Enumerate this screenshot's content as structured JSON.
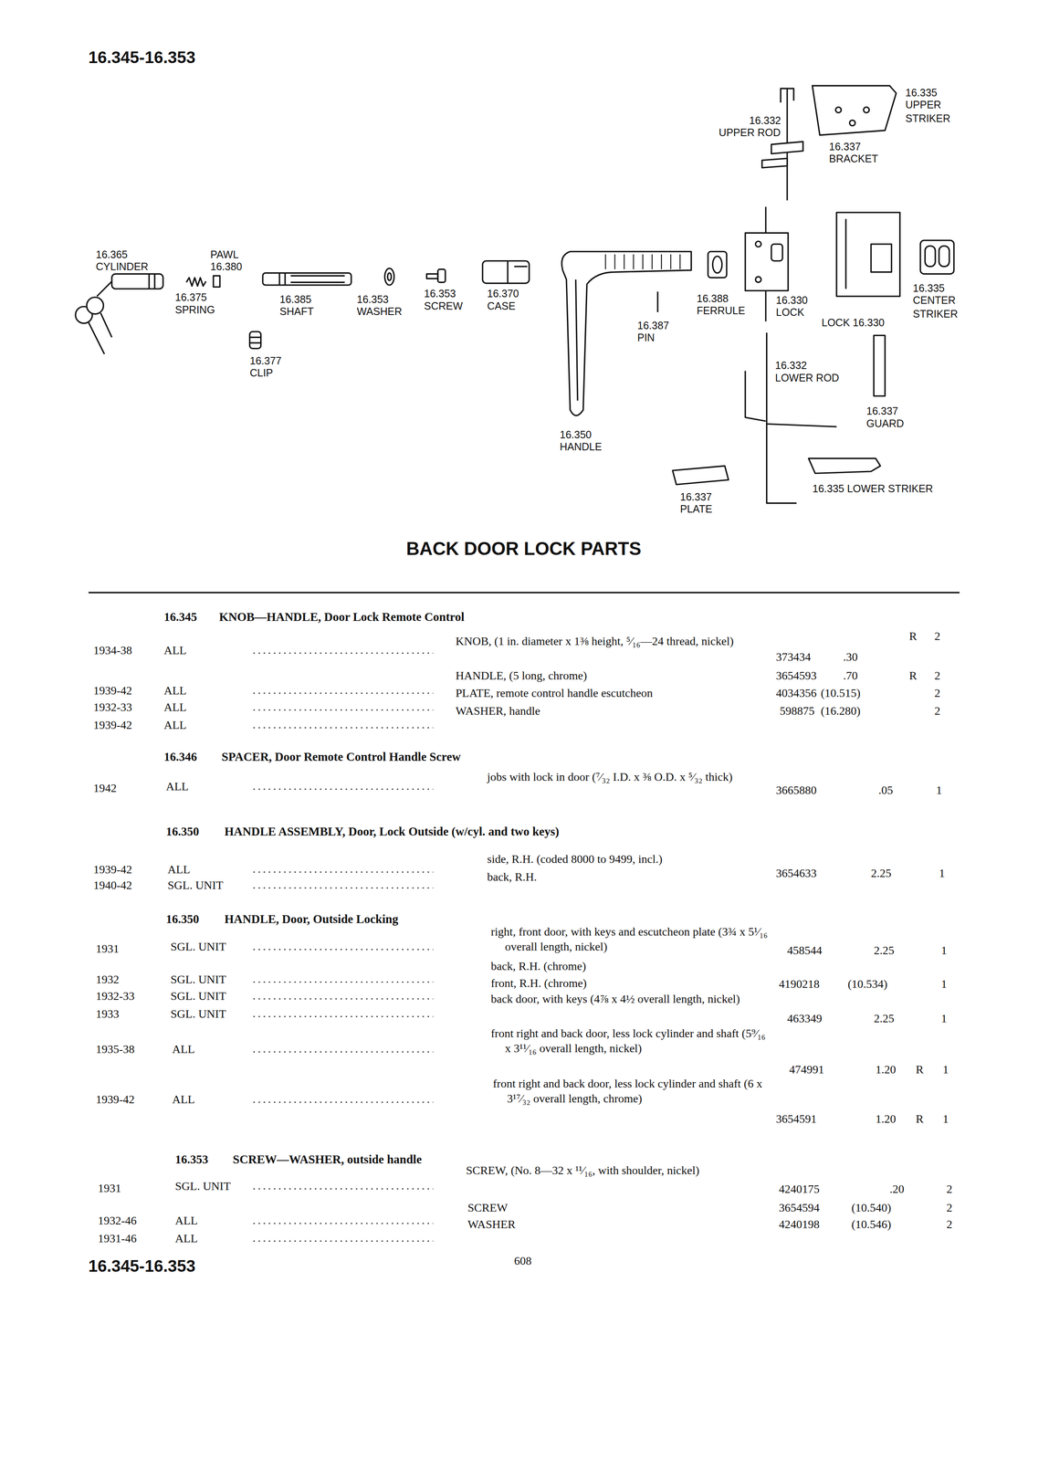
{
  "diagram": {
    "title": "BACK DOOR LOCK PARTS",
    "labels": [
      "16.345-16.353",
      "16.335",
      "UPPER STRIKER",
      "16.332",
      "UPPER ROD",
      "16.337",
      "BRACKET",
      "16.365",
      "CYLINDER",
      "PAWL",
      "16.380",
      "16.375",
      "SPRING",
      "16.385",
      "SHAFT",
      "16.353",
      "WASHER",
      "16.353",
      "SCREW",
      "16.370",
      "CASE",
      "16.388",
      "FERRULE",
      "16.330",
      "LOCK",
      "LOCK 16.330",
      "16.335",
      "CENTER STRIKER",
      "16.387",
      "PIN",
      "16.377",
      "CLIP",
      "16.332",
      "LOWER ROD",
      "16.337",
      "GUARD",
      "16.350",
      "HANDLE",
      "16.337",
      "PLATE",
      "16.335 LOWER STRIKER",
      "16.345",
      "KNOB—HANDLE, Door Lock Remote Control",
      "1934-38",
      "ALL",
      "KNOB, (1 in. diameter x 1⅜ height, ⁵⁄₁₆—24 thread, nickel)",
      "373434",
      ".30",
      "R",
      "2",
      "1939-42",
      "ALL",
      "HANDLE, (5 long, chrome)",
      "3654593",
      ".70",
      "R",
      "2",
      "1932-33",
      "ALL",
      "PLATE, remote control handle escutcheon",
      "4034356",
      "(10.515)",
      "2",
      "1939-42",
      "ALL",
      "WASHER, handle",
      "598875",
      "(16.280)",
      "2",
      "16.346",
      "SPACER, Door Remote Control Handle Screw",
      "1942",
      "ALL",
      "jobs with lock in door (⁷⁄₃₂ I.D. x ⅜ O.D. x ⁵⁄₃₂ thick)",
      "3665880",
      ".05",
      "1",
      "16.350",
      "HANDLE ASSEMBLY, Door, Lock Outside (w/cyl. and two keys)",
      "1939-42",
      "ALL",
      "side, R.H. (coded 8000 to 9499, incl.)",
      "1940-42",
      "SGL. UNIT",
      "back, R.H.",
      "3654633",
      "2.25",
      "1",
      "16.350",
      "HANDLE, Door, Outside Locking",
      "1931",
      "SGL. UNIT",
      "right, front door, with keys and escutcheon plate (3¾ x 5¹⁄₁₆ overall length, nickel)",
      "458544",
      "2.25",
      "1",
      "1932",
      "SGL. UNIT",
      "back, R.H. (chrome)",
      "1932-33",
      "SGL. UNIT",
      "front, R.H. (chrome)",
      "4190218",
      "(10.534)",
      "1",
      "1933",
      "SGL. UNIT",
      "back door, with keys (4⅞ x 4½ overall length, nickel)",
      "463349",
      "2.25",
      "1",
      "1935-38",
      "ALL",
      "front right and back door, less lock cylinder and shaft (5⁹⁄₁₆ x 3¹¹⁄₁₆ overall length, nickel)",
      "474991",
      "1.20",
      "R",
      "1",
      "1939-42",
      "ALL",
      "front right and back door, less lock cylinder and shaft (6 x 3¹⁷⁄₃₂ overall length, chrome)",
      "3654591",
      "1.20",
      "R",
      "1",
      "16.353",
      "SCREW—WASHER, outside handle",
      "1931",
      "SGL. UNIT",
      "SCREW, (No. 8—32 x ¹¹⁄₁₆, with shoulder, nickel)",
      "4240175",
      ".20",
      "2",
      "1932-46",
      "ALL",
      "SCREW",
      "3654594",
      "(10.540)",
      "2",
      "1931-46",
      "ALL",
      "WASHER",
      "4240198",
      "(10.546)",
      "2",
      "16.345-16.353",
      "608"
    ]
  }
}
